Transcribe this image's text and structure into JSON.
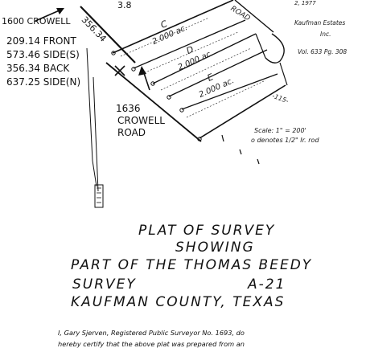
{
  "handwritten": {
    "address_main": "1600 CROWELL",
    "front": "209.14 FRONT",
    "side_s": "573.46 SIDE(S)",
    "back": "356.34 BACK",
    "side_n": "637.25 SIDE(N)",
    "address_mark": "1636",
    "road": "CROWELL\nROAD",
    "boundary_dim": "356.34"
  },
  "plat": {
    "road_label": "ROAD",
    "top_partial": "3.8",
    "lots": [
      {
        "letter": "C",
        "acres": "2.000 ac."
      },
      {
        "letter": "D",
        "acres": "2.000 ac."
      },
      {
        "letter": "E",
        "acres": "2.000 ac."
      }
    ],
    "estates_line1": "Kaufman Estates",
    "estates_line2": "Inc.",
    "volume": "Vol. 633 Pg. 308",
    "year_partial": "2, 1977",
    "fence_mark": "-115-",
    "scale": "Scale: 1\" = 200'",
    "rod_note": "o denotes 1/2\" Ir. rod"
  },
  "title": {
    "line1": "PLAT OF SURVEY",
    "line2": "SHOWING",
    "line3": "PART OF THE THOMAS BEEDY",
    "line4_left": "SURVEY",
    "line4_right": "A-21",
    "line5": "KAUFMAN COUNTY, TEXAS"
  },
  "certification": {
    "line1": "I, Gary Sjerven, Registered Public Surveyor No. 1693, do",
    "line2": "hereby certify that the above plat was prepared from an"
  }
}
